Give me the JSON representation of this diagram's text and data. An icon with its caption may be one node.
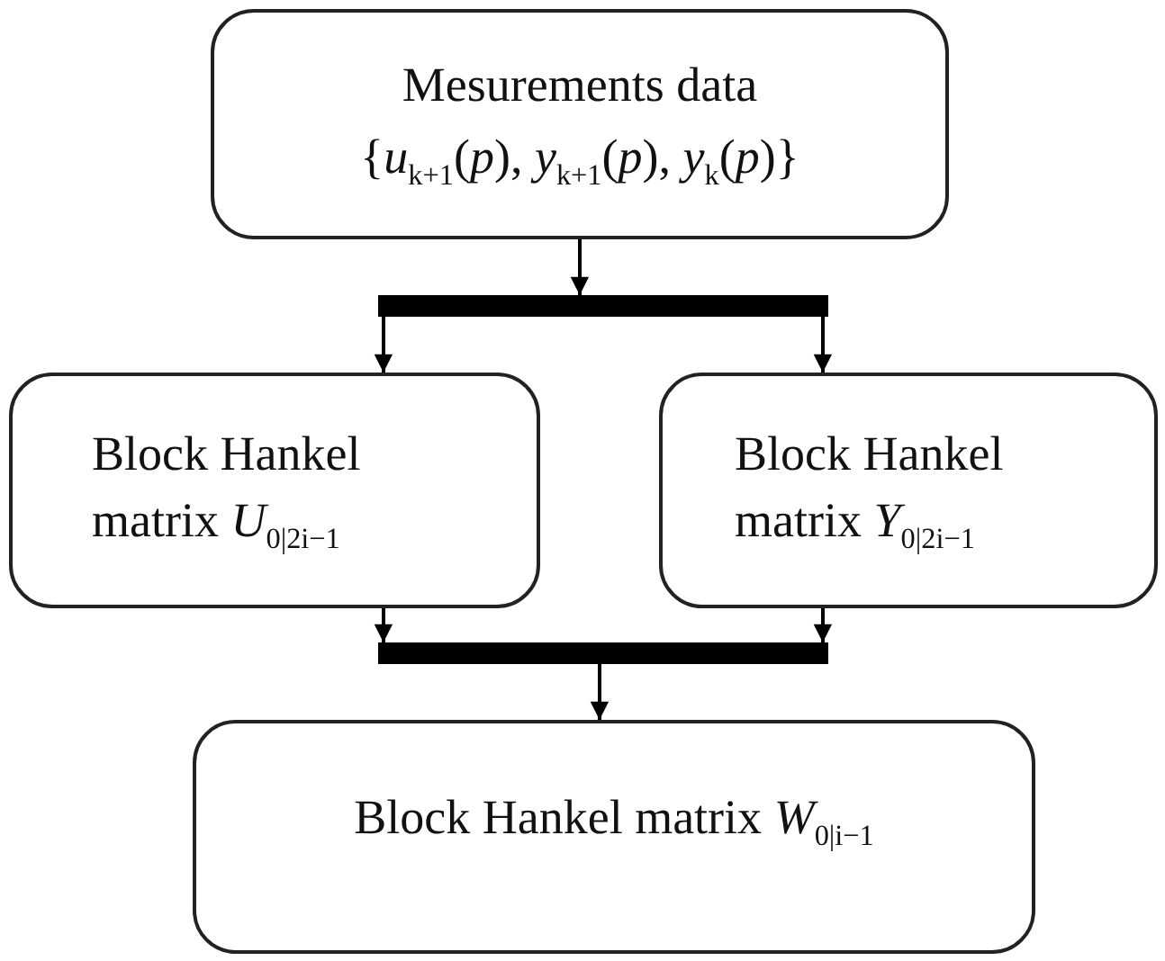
{
  "diagram": {
    "nodes": [
      {
        "text": [
          "Mesurements data",
          "{*u*$_{k+1}$(*p*), *y*$_{k+1}$(*p*), *y*$_{k}$(*p*)}"
        ]
      },
      {
        "text": [],
        "shape": "bar"
      },
      {
        "text": [
          "Block Hankel matrix *U*$_{0|2i−1}$"
        ]
      },
      {
        "text": [
          "Block Hankel matrix *Y*$_{0|2i−1}$"
        ]
      },
      {
        "text": [],
        "shape": "bar"
      },
      {
        "text": [
          "Block Hankel matrix *W*$_{0|i−1}$"
        ]
      }
    ],
    "edges": [
      {
        "from": 0,
        "to": 1,
        "arrow": "to"
      },
      {
        "from": 1,
        "to": 2,
        "arrow": "to"
      },
      {
        "from": 1,
        "to": 3,
        "arrow": "to"
      },
      {
        "from": 2,
        "to": 4,
        "arrow": "to"
      },
      {
        "from": 3,
        "to": 4,
        "arrow": "to"
      },
      {
        "from": 4,
        "to": 5,
        "arrow": "to"
      }
    ]
  }
}
